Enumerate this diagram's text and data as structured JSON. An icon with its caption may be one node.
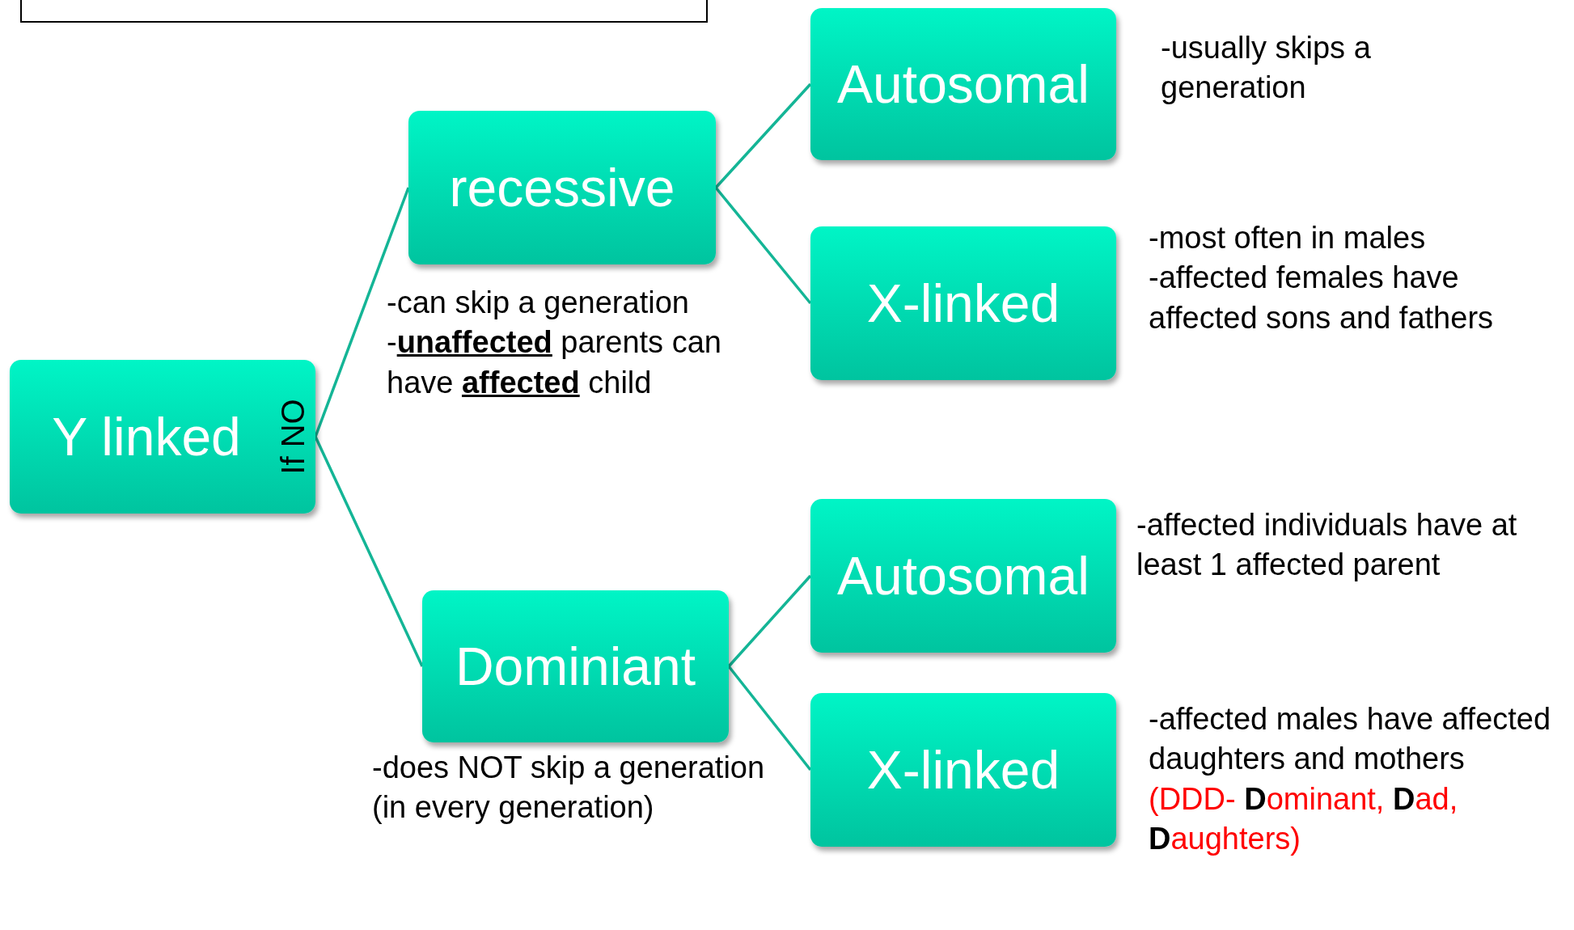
{
  "diagram": {
    "nodes": [
      {
        "text": [],
        "shape": "box"
      },
      {
        "text": [
          "Y linked",
          "If NO"
        ]
      },
      {
        "text": [
          "recessive"
        ],
        "beside": [
          "-can skip a generation",
          "-**unaffected** parents can have **affected** child"
        ]
      },
      {
        "text": [
          "Autosomal"
        ],
        "beside": [
          "-usually skips a generation"
        ]
      },
      {
        "text": [
          "X-linked"
        ],
        "beside": [
          "-most often in males",
          "-affected females have affected sons and fathers"
        ]
      },
      {
        "text": [
          "Dominiant"
        ],
        "beside": [
          "-does NOT skip a generation",
          "(in every generation)"
        ]
      },
      {
        "text": [
          "Autosomal"
        ],
        "beside": [
          "-affected individuals have at least 1 affected parent"
        ]
      },
      {
        "text": [
          "X-linked"
        ],
        "beside": [
          "-affected males have affected daughters and mothers",
          "(DDD- **D**ominant, **D**ad, **D**aughters)"
        ]
      }
    ],
    "edges": [
      {
        "from": 1,
        "to": 2,
        "arrow": "none"
      },
      {
        "from": 1,
        "to": 5,
        "arrow": "none"
      },
      {
        "from": 2,
        "to": 3,
        "arrow": "none"
      },
      {
        "from": 2,
        "to": 4,
        "arrow": "none"
      },
      {
        "from": 5,
        "to": 6,
        "arrow": "none"
      },
      {
        "from": 5,
        "to": 7,
        "arrow": "none"
      }
    ]
  }
}
